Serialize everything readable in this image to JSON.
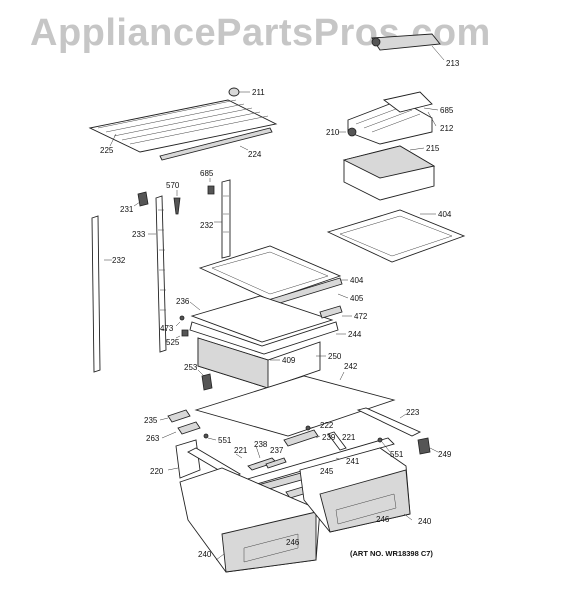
{
  "watermark": "AppliancePartsPros.com",
  "art_number": "(ART NO. WR18398 C7)",
  "callouts": {
    "c213": "213",
    "c211": "211",
    "c685a": "685",
    "c212": "212",
    "c210": "210",
    "c225": "225",
    "c224": "224",
    "c215": "215",
    "c570": "570",
    "c685b": "685",
    "c231": "231",
    "c233": "233",
    "c232a": "232",
    "c404a": "404",
    "c232b": "232",
    "c404b": "404",
    "c405": "405",
    "c236": "236",
    "c472": "472",
    "c473": "473",
    "c244": "244",
    "c525": "525",
    "c409": "409",
    "c250": "250",
    "c253": "253",
    "c242": "242",
    "c223": "223",
    "c235": "235",
    "c222": "222",
    "c239": "239",
    "c221a": "221",
    "c263": "263",
    "c551a": "551",
    "c238": "238",
    "c237": "237",
    "c221b": "221",
    "c249": "249",
    "c241": "241",
    "c551b": "551",
    "c220": "220",
    "c245": "245",
    "c246a": "246",
    "c240a": "240",
    "c246b": "246",
    "c240b": "240"
  }
}
